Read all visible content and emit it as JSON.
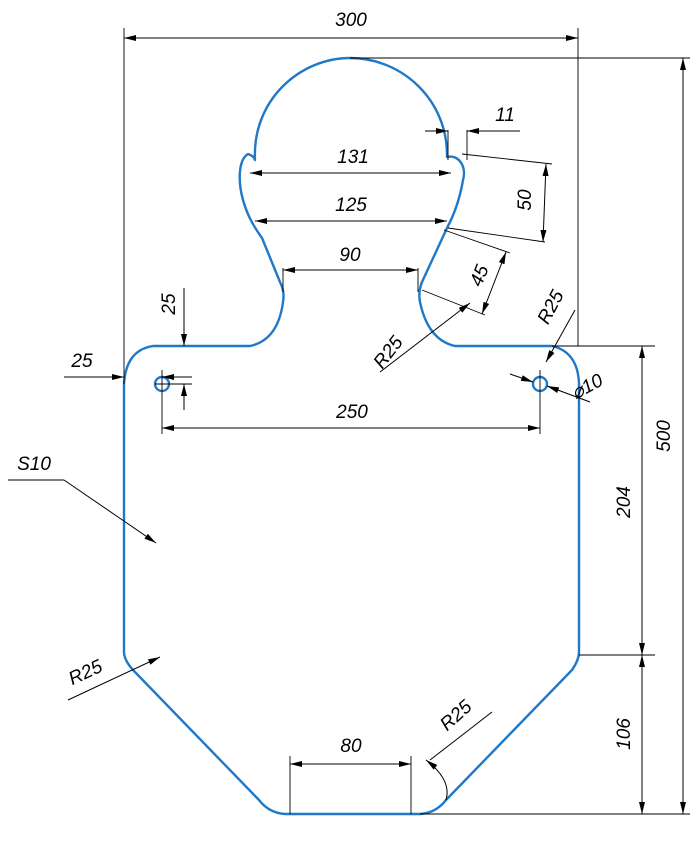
{
  "colors": {
    "outline": "#1f78c8",
    "dimension": "#000000",
    "background": "#ffffff"
  },
  "dimensions": {
    "overall_width": "300",
    "overall_height": "500",
    "ear_width": "131",
    "neck_top_width": "125",
    "neck_width": "90",
    "ear_offset": "11",
    "ear_height": "50",
    "neck_slope_length": "45",
    "hole_spacing": "250",
    "hole_offset_x": "25",
    "hole_offset_y": "25",
    "hole_diameter": "⌀10",
    "shoulder_to_chamfer": "204",
    "chamfer_height": "106",
    "base_width": "80",
    "radius_neck": "R25",
    "radius_shoulder": "R25",
    "radius_lower_left": "R25",
    "radius_base": "R25",
    "thickness": "S10"
  }
}
